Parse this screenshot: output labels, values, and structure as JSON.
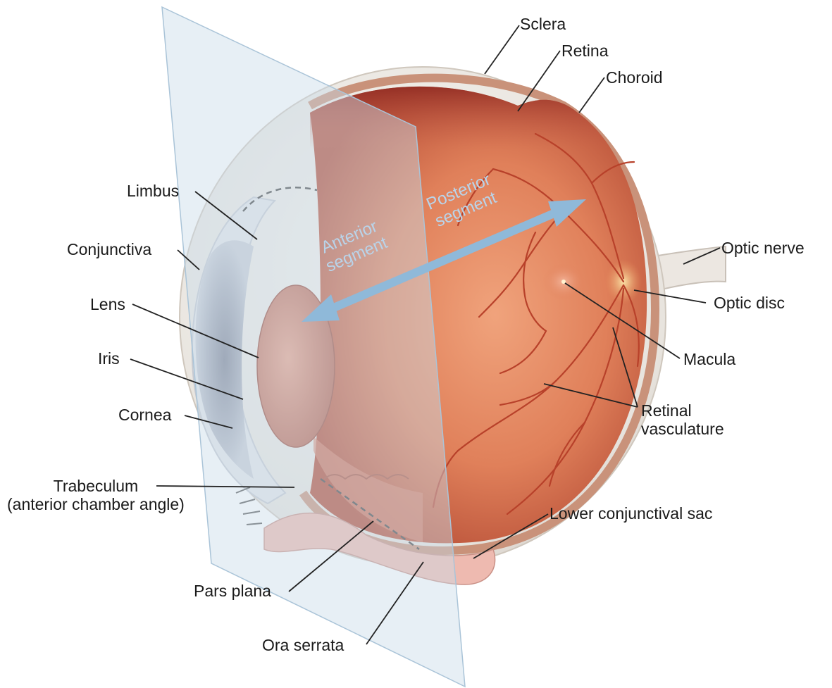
{
  "labels": {
    "sclera": "Sclera",
    "retina": "Retina",
    "choroid": "Choroid",
    "limbus": "Limbus",
    "conjunctiva": "Conjunctiva",
    "optic_nerve": "Optic nerve",
    "optic_disc": "Optic disc",
    "lens": "Lens",
    "macula": "Macula",
    "iris": "Iris",
    "retinal_vasculature_1": "Retinal",
    "retinal_vasculature_2": "vasculature",
    "cornea": "Cornea",
    "trabeculum_1": "Trabeculum",
    "trabeculum_2": "(anterior chamber angle)",
    "lower_conjunctival_sac": "Lower conjunctival sac",
    "pars_plana": "Pars plana",
    "ora_serrata": "Ora serrata"
  },
  "segments": {
    "anterior_1": "Anterior",
    "anterior_2": "segment",
    "posterior_1": "Posterior",
    "posterior_2": "segment"
  },
  "colors": {
    "sclera": "#ece8e2",
    "fundus": "#d9764e",
    "plane": "#c9dbe9",
    "arrow": "#8fb9d9",
    "vessel": "#b8412a",
    "leader": "#222222"
  }
}
